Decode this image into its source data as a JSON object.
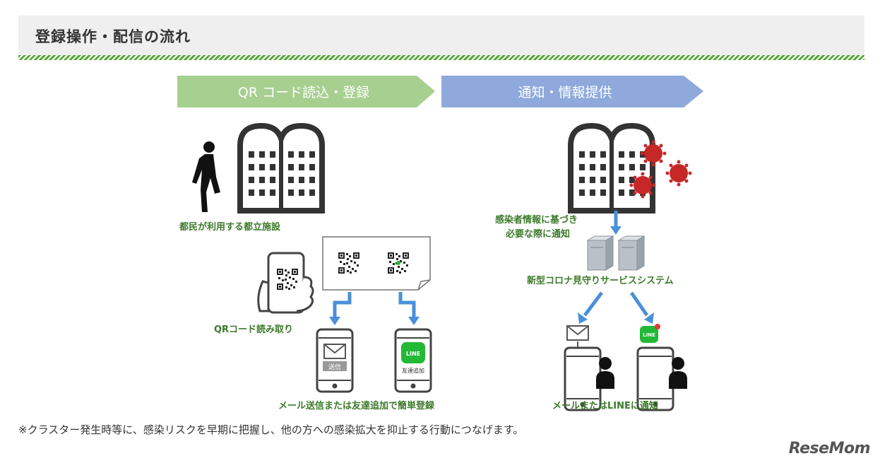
{
  "header": {
    "title": "登録操作・配信の流れ"
  },
  "steps": [
    {
      "label": "QR コード読込・登録",
      "color": "#a7cf90"
    },
    {
      "label": "通知・情報提供",
      "color": "#8fa9dc"
    }
  ],
  "left": {
    "facility_label": "都民が利用する都立施設",
    "qr_read_label": "QRコード読み取り",
    "mail_button": "送信",
    "line_icon_text": "LINE",
    "line_button": "友達追加",
    "register_label": "メール送信または友達追加で簡単登録"
  },
  "right": {
    "notify_label_1": "感染者情報に基づき",
    "notify_label_2": "必要な際に通知",
    "system_label": "新型コロナ見守りサービスシステム",
    "line_icon_text": "LINE",
    "notify_result_label": "メールまたはLINEに通知"
  },
  "footnote": "※クラスター発生時等に、感染リスクを早期に把握し、他の方への感染拡大を抑止する行動につなげます。",
  "logo": "ReseMom",
  "colors": {
    "label_green": "#3c7a2a",
    "arrow_blue": "#4a90d9",
    "virus_red": "#c62828",
    "line_green": "#21b935"
  }
}
